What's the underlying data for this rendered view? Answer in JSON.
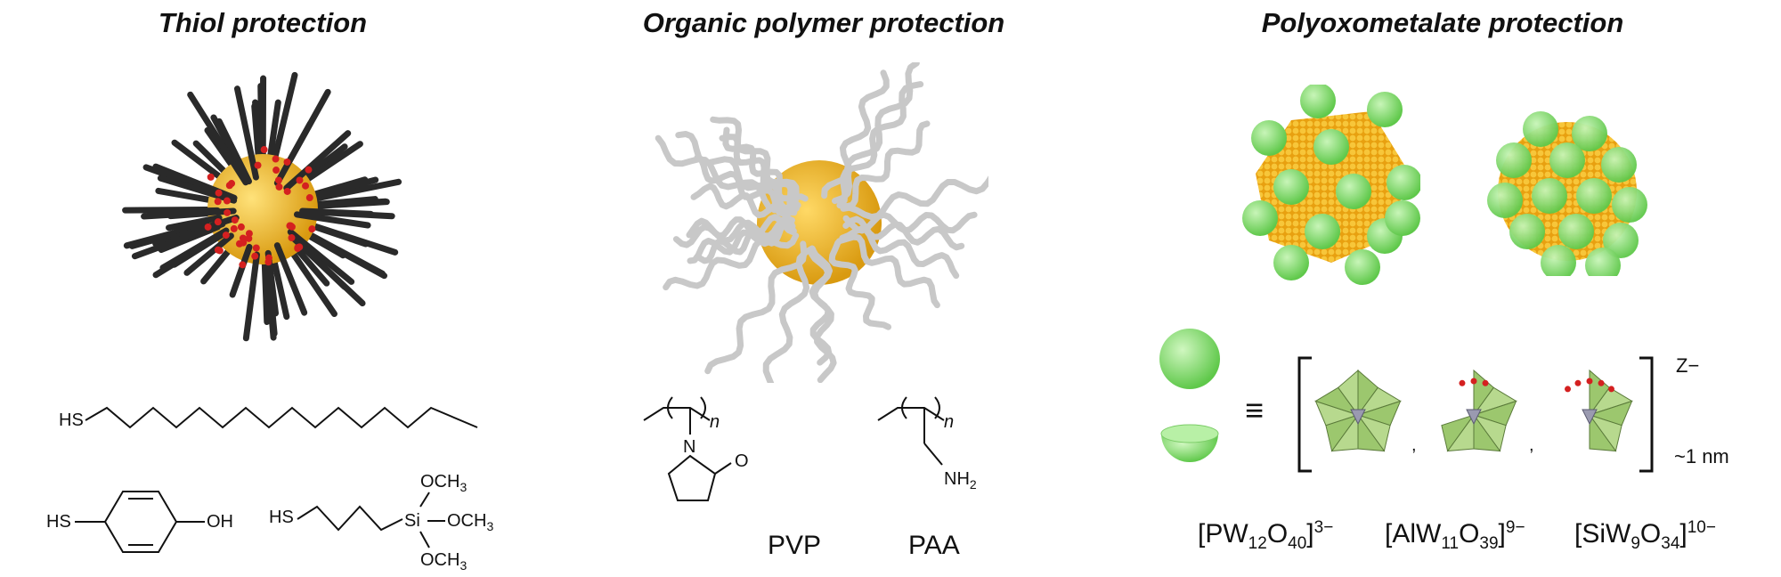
{
  "titles": {
    "thiol": "Thiol protection",
    "polymer": "Organic polymer protection",
    "pom": "Polyoxometalate protection"
  },
  "thiol_labels": {
    "sh": "HS",
    "oh": "OH",
    "si": "Si",
    "och3": "OCH",
    "three": "3"
  },
  "polymer_labels": {
    "n": "n",
    "N": "N",
    "O": "O",
    "NH": "NH",
    "two": "2",
    "pvp": "PVP",
    "paa": "PAA"
  },
  "pom_labels": {
    "equiv": "≡",
    "charge": "Z−",
    "size": "~1 nm",
    "comma": ","
  },
  "formulas": [
    {
      "pre": "[PW",
      "s1": "12",
      "mid": "O",
      "s2": "40",
      "close": "]",
      "charge": "3−"
    },
    {
      "pre": "[AlW",
      "s1": "11",
      "mid": "O",
      "s2": "39",
      "close": "]",
      "charge": "9−"
    },
    {
      "pre": "[SiW",
      "s1": "9",
      "mid": "O",
      "s2": "34",
      "close": "]",
      "charge": "10−"
    }
  ],
  "colors": {
    "gold": "#f0b020",
    "oxygen": "#d42020",
    "rod": "#2a2a2a",
    "polymer": "#c8c8c8",
    "pom_green": "#8fe07e"
  }
}
